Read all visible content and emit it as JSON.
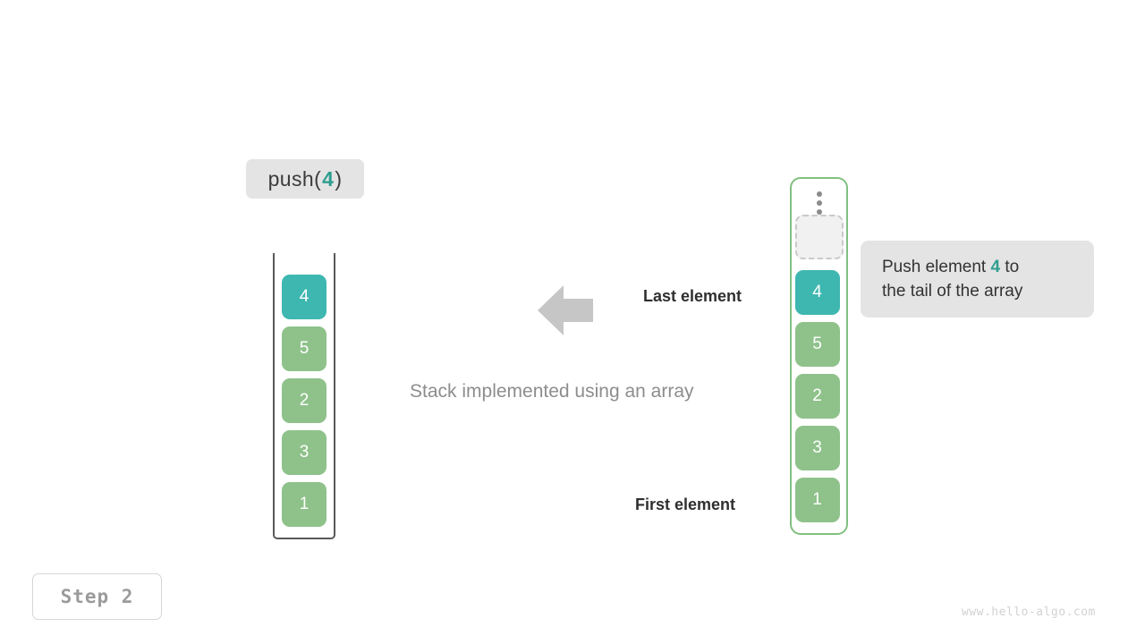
{
  "operation": {
    "prefix": "push(",
    "arg": "4",
    "suffix": ")"
  },
  "left_stack": {
    "cells": [
      {
        "value": "4",
        "highlight": true
      },
      {
        "value": "5",
        "highlight": false
      },
      {
        "value": "2",
        "highlight": false
      },
      {
        "value": "3",
        "highlight": false
      },
      {
        "value": "1",
        "highlight": false
      }
    ]
  },
  "right_array": {
    "dots_icon": "vertical-ellipsis-icon",
    "empty_slot": "",
    "cells": [
      {
        "value": "4",
        "highlight": true
      },
      {
        "value": "5",
        "highlight": false
      },
      {
        "value": "2",
        "highlight": false
      },
      {
        "value": "3",
        "highlight": false
      },
      {
        "value": "1",
        "highlight": false
      }
    ]
  },
  "annotations": {
    "last_element": "Last element",
    "first_element": "First element",
    "arrow_icon": "arrow-left-icon"
  },
  "caption": "Stack implemented using an array",
  "tooltip": {
    "line1_prefix": "Push element ",
    "line1_value": "4",
    "line1_suffix": " to",
    "line2": "the tail of the array"
  },
  "step_badge": "Step 2",
  "watermark": "www.hello-algo.com",
  "colors": {
    "highlight": "#3eb7b0",
    "element": "#8ec28a",
    "container_border": "#81c081",
    "stack_border": "#58595b",
    "label_bg": "#e4e4e4",
    "accent_text": "#2f9e8f"
  }
}
